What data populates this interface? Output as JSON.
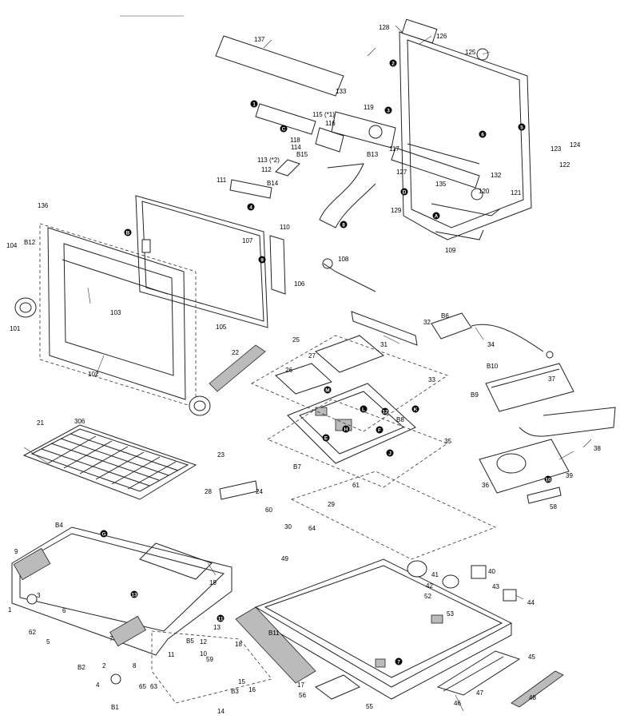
{
  "part_numbers": [
    "1",
    "2",
    "3",
    "4",
    "5",
    "6",
    "7",
    "8",
    "9",
    "10",
    "11",
    "12",
    "13",
    "14",
    "15",
    "16",
    "17",
    "18",
    "19",
    "21",
    "22",
    "23",
    "24",
    "25",
    "26",
    "27",
    "28",
    "29",
    "30",
    "31",
    "32",
    "33",
    "34",
    "35",
    "36",
    "37",
    "38",
    "39",
    "40",
    "41",
    "42",
    "43",
    "44",
    "45",
    "46",
    "47",
    "48",
    "49",
    "52",
    "53",
    "55",
    "56",
    "58",
    "59",
    "60",
    "61",
    "62",
    "63",
    "64",
    "65",
    "101",
    "102",
    "103",
    "104",
    "105",
    "106",
    "107",
    "108",
    "109",
    "110",
    "111",
    "112",
    "113 (*2)",
    "114",
    "115 (*1)",
    "116",
    "117",
    "118",
    "119",
    "120",
    "121",
    "122",
    "123",
    "124",
    "125",
    "126",
    "127",
    "128",
    "129",
    "132",
    "133",
    "135",
    "136",
    "137",
    "306",
    "B1",
    "B2",
    "B3",
    "B4",
    "B5",
    "B6",
    "B7",
    "B8",
    "B9",
    "B10",
    "B11",
    "B12",
    "B13",
    "B14",
    "B15"
  ],
  "reference_marks": [
    "1",
    "2",
    "3",
    "4",
    "5",
    "6",
    "7",
    "8",
    "9",
    "10",
    "11",
    "12",
    "13",
    "A",
    "B",
    "C",
    "D",
    "E",
    "F",
    "G",
    "H",
    "J",
    "K",
    "L",
    "M"
  ]
}
